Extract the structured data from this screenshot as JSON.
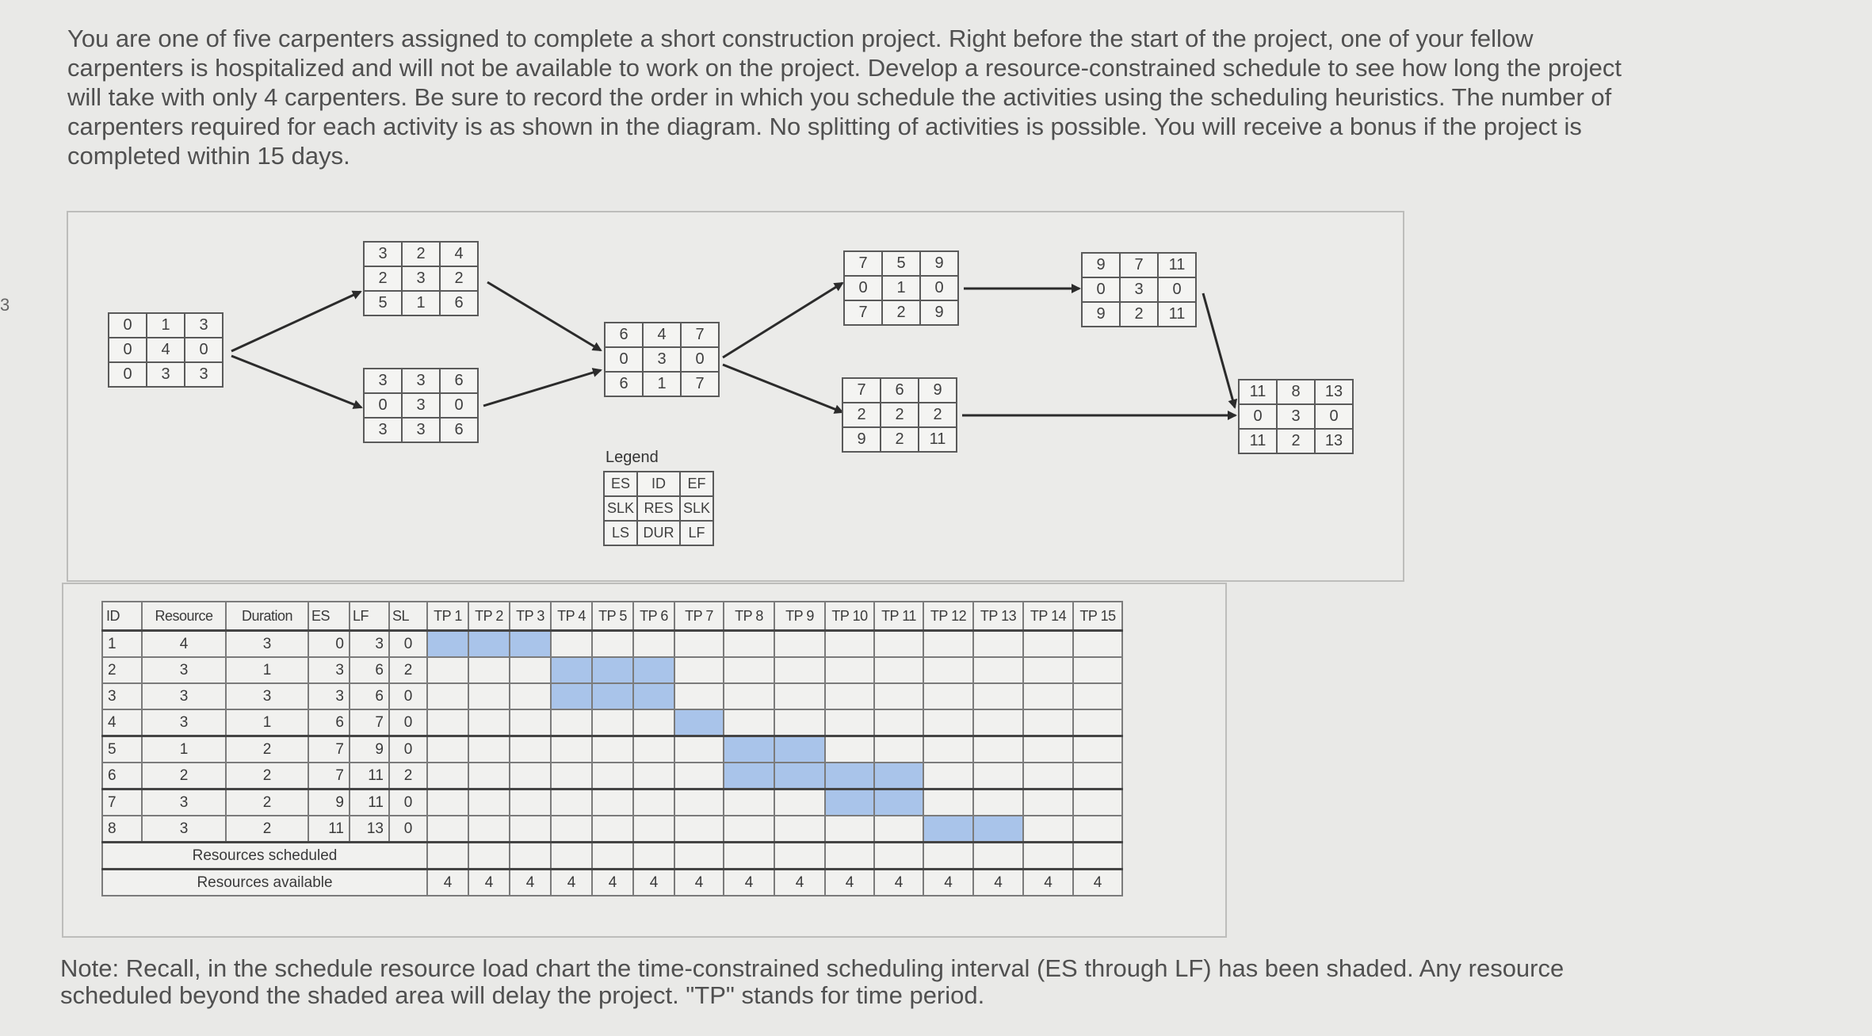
{
  "problem": {
    "text": "You are one of five carpenters assigned to complete a short construction project. Right before the start of the project, one of your fellow carpenters is hospitalized and will not be available to work on the project. Develop a resource-constrained schedule to see how long the project will take with only 4 carpenters. Be sure to record the order in which you schedule the activities using the scheduling heuristics. The number of carpenters required for each activity is as shown in the diagram. No splitting of activities is possible. You will receive a bonus if the project is completed within 15 days."
  },
  "edge_mark": "3",
  "network": {
    "nodes": [
      {
        "id": "1",
        "cells": [
          [
            "0",
            "1",
            "3"
          ],
          [
            "0",
            "4",
            "0"
          ],
          [
            "0",
            "3",
            "3"
          ]
        ]
      },
      {
        "id": "2",
        "cells": [
          [
            "3",
            "2",
            "4"
          ],
          [
            "2",
            "3",
            "2"
          ],
          [
            "5",
            "1",
            "6"
          ]
        ]
      },
      {
        "id": "3",
        "cells": [
          [
            "3",
            "3",
            "6"
          ],
          [
            "0",
            "3",
            "0"
          ],
          [
            "3",
            "3",
            "6"
          ]
        ]
      },
      {
        "id": "4",
        "cells": [
          [
            "6",
            "4",
            "7"
          ],
          [
            "0",
            "3",
            "0"
          ],
          [
            "6",
            "1",
            "7"
          ]
        ]
      },
      {
        "id": "5",
        "cells": [
          [
            "7",
            "5",
            "9"
          ],
          [
            "0",
            "1",
            "0"
          ],
          [
            "7",
            "2",
            "9"
          ]
        ]
      },
      {
        "id": "6",
        "cells": [
          [
            "7",
            "6",
            "9"
          ],
          [
            "2",
            "2",
            "2"
          ],
          [
            "9",
            "2",
            "11"
          ]
        ]
      },
      {
        "id": "7",
        "cells": [
          [
            "9",
            "7",
            "11"
          ],
          [
            "0",
            "3",
            "0"
          ],
          [
            "9",
            "2",
            "11"
          ]
        ]
      },
      {
        "id": "8",
        "cells": [
          [
            "11",
            "8",
            "13"
          ],
          [
            "0",
            "3",
            "0"
          ],
          [
            "11",
            "2",
            "13"
          ]
        ]
      }
    ],
    "edges": [
      [
        "1",
        "2"
      ],
      [
        "1",
        "3"
      ],
      [
        "2",
        "4"
      ],
      [
        "3",
        "4"
      ],
      [
        "4",
        "5"
      ],
      [
        "4",
        "6"
      ],
      [
        "5",
        "7"
      ],
      [
        "7",
        "8"
      ],
      [
        "6",
        "8"
      ]
    ],
    "legend": {
      "title": "Legend",
      "rows": [
        [
          "ES",
          "ID",
          "EF"
        ],
        [
          "SLK",
          "RES",
          "SLK"
        ],
        [
          "LS",
          "DUR",
          "LF"
        ]
      ]
    }
  },
  "schedule": {
    "headers": [
      "ID",
      "Resource",
      "Duration",
      "ES",
      "LF",
      "SL"
    ],
    "periods": [
      "TP 1",
      "TP 2",
      "TP 3",
      "TP 4",
      "TP 5",
      "TP 6",
      "TP 7",
      "TP 8",
      "TP 9",
      "TP 10",
      "TP 11",
      "TP 12",
      "TP 13",
      "TP 14",
      "TP 15"
    ],
    "rows": [
      {
        "id": "1",
        "resource": "4",
        "duration": "3",
        "es": "0",
        "lf": "3",
        "sl": "0"
      },
      {
        "id": "2",
        "resource": "3",
        "duration": "1",
        "es": "3",
        "lf": "6",
        "sl": "2"
      },
      {
        "id": "3",
        "resource": "3",
        "duration": "3",
        "es": "3",
        "lf": "6",
        "sl": "0"
      },
      {
        "id": "4",
        "resource": "3",
        "duration": "1",
        "es": "6",
        "lf": "7",
        "sl": "0"
      },
      {
        "id": "5",
        "resource": "1",
        "duration": "2",
        "es": "7",
        "lf": "9",
        "sl": "0"
      },
      {
        "id": "6",
        "resource": "2",
        "duration": "2",
        "es": "7",
        "lf": "11",
        "sl": "2"
      },
      {
        "id": "7",
        "resource": "3",
        "duration": "2",
        "es": "9",
        "lf": "11",
        "sl": "0"
      },
      {
        "id": "8",
        "resource": "3",
        "duration": "2",
        "es": "11",
        "lf": "13",
        "sl": "0"
      }
    ],
    "resources_scheduled_label": "Resources scheduled",
    "resources_available_label": "Resources available",
    "resources_scheduled": [
      "",
      "",
      "",
      "",
      "",
      "",
      "",
      "",
      "",
      "",
      "",
      "",
      "",
      "",
      ""
    ],
    "resources_available": [
      "4",
      "4",
      "4",
      "4",
      "4",
      "4",
      "4",
      "4",
      "4",
      "4",
      "4",
      "4",
      "4",
      "4",
      "4"
    ],
    "shade_color": "#a9c4ea"
  },
  "note": {
    "text": "Note: Recall, in the schedule resource load chart the time-constrained scheduling interval (ES through LF) has been shaded. Any resource scheduled beyond the shaded area will delay the project. \"TP\" stands for time period."
  }
}
